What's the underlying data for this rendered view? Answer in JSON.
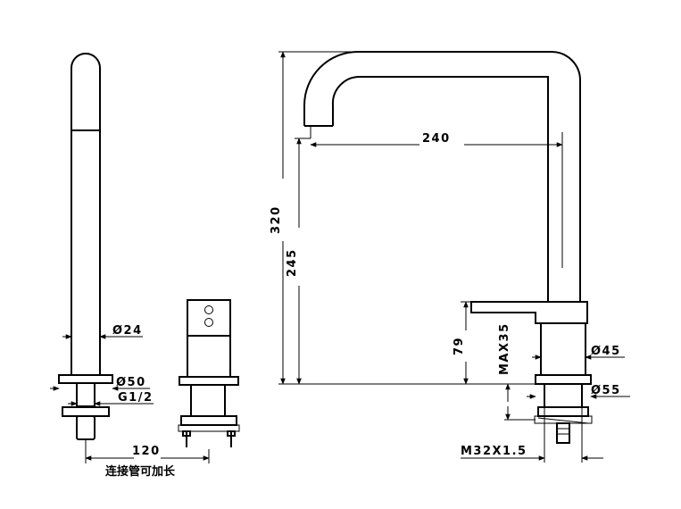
{
  "diagram": {
    "dimensions": {
      "d24": "Ø24",
      "d50": "Ø50",
      "g12": "G1/2",
      "w120": "120",
      "h320": "320",
      "h245": "245",
      "w240": "240",
      "h79": "79",
      "max35": "MAX35",
      "d45": "Ø45",
      "d55": "Ø55",
      "m32": "M32X1.5"
    },
    "caption": "连接管可加长"
  }
}
